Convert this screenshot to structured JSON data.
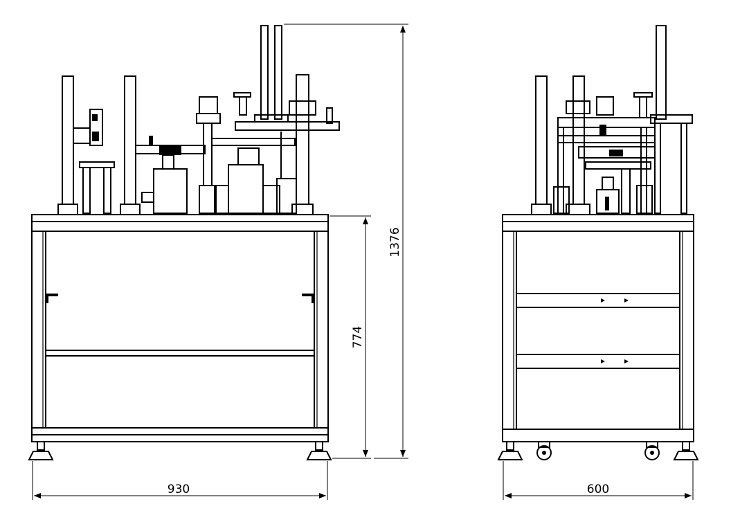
{
  "dimensions": {
    "front_width": "930",
    "side_width": "600",
    "table_height": "774",
    "total_height": "1376"
  },
  "colors": {
    "line": "#000000",
    "background": "#ffffff"
  }
}
